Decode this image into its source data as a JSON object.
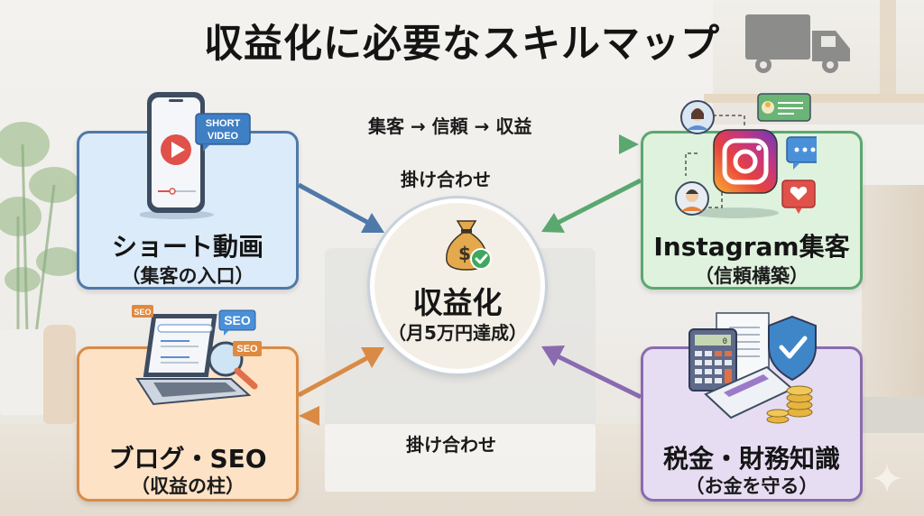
{
  "title": "収益化に必要なスキルマップ",
  "flow_label": "集客 → 信頼 → 収益",
  "combine_label_top": "掛け合わせ",
  "combine_label_bottom": "掛け合わせ",
  "center": {
    "main": "収益化",
    "sub": "（月5万円達成）",
    "icon": "money-bag-check-icon"
  },
  "cards": {
    "video": {
      "main": "ショート動画",
      "sub": "（集客の入口）",
      "badge": "SHORT VIDEO",
      "badge_line1": "SHORT",
      "badge_line2": "VIDEO",
      "icon": "smartphone-play-icon",
      "color": "#4f79a8"
    },
    "insta": {
      "main": "Instagram集客",
      "sub": "（信頼構築）",
      "icon": "instagram-icon",
      "color": "#5aa870"
    },
    "blog": {
      "main": "ブログ・SEO",
      "sub": "（収益の柱）",
      "badges": [
        "SEO",
        "SEO",
        "SEO"
      ],
      "icon": "laptop-search-icon",
      "color": "#d98b45"
    },
    "tax": {
      "main": "税金・財務知識",
      "sub": "（お金を守る）",
      "calculator_display": "0",
      "icon": "calculator-shield-icon",
      "color": "#8a6bb0"
    }
  },
  "colors": {
    "blue": "#4f79a8",
    "green": "#5aa870",
    "orange": "#d98b45",
    "purple": "#8a6bb0"
  }
}
